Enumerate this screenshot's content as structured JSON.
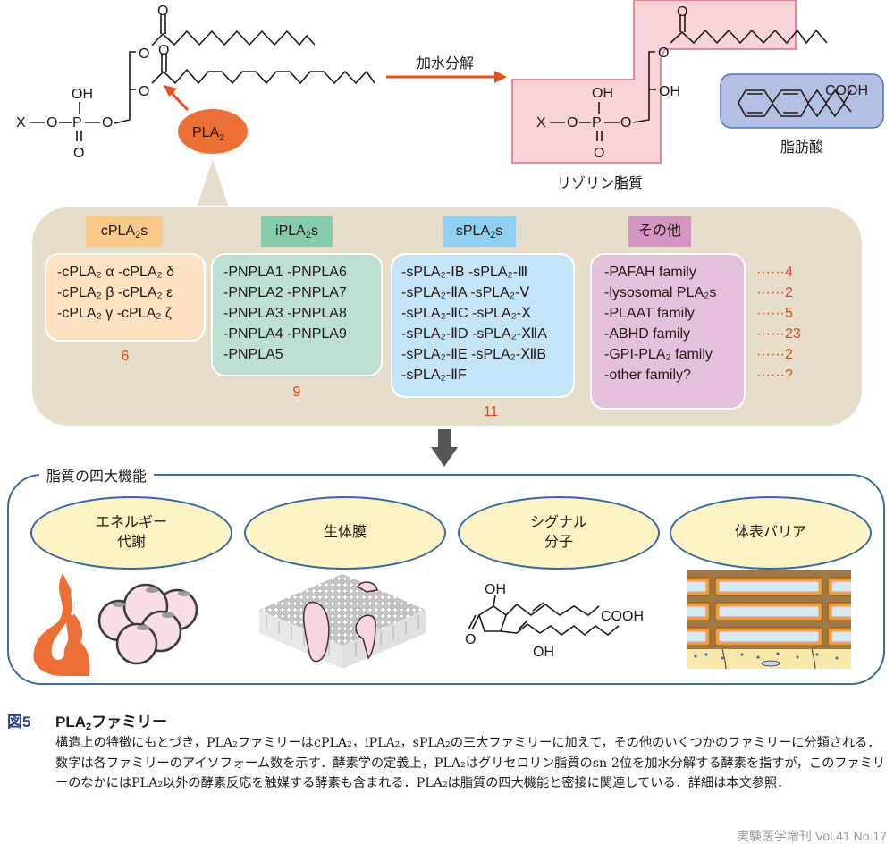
{
  "reaction": {
    "substrate": {
      "head_group": "X",
      "atoms": {
        "o": "O",
        "p": "P",
        "oh": "OH"
      }
    },
    "enzyme_label": "PLA",
    "enzyme_subscript": "2",
    "arrow_label": "加水分解",
    "product_lysophospholipid": "リゾリン脂質",
    "product_fatty_acid": "脂肪酸",
    "fatty_acid_group": "COOH"
  },
  "families": [
    {
      "header_prefix": "cPLA",
      "header_sub": "2",
      "header_suffix": "s",
      "color_header": "#f9c98a",
      "color_box": "#fde3c1",
      "members": [
        [
          "-cPLA₂ α",
          "-cPLA₂ δ"
        ],
        [
          "-cPLA₂ β",
          "-cPLA₂ ε"
        ],
        [
          "-cPLA₂ γ",
          "-cPLA₂ ζ"
        ]
      ],
      "count": "6"
    },
    {
      "header_prefix": "iPLA",
      "header_sub": "2",
      "header_suffix": "s",
      "color_header": "#86cbab",
      "color_box": "#bde0cf",
      "members": [
        [
          "-PNPLA1",
          "-PNPLA6"
        ],
        [
          "-PNPLA2",
          "-PNPLA7"
        ],
        [
          "-PNPLA3",
          "-PNPLA8"
        ],
        [
          "-PNPLA4",
          "-PNPLA9"
        ],
        [
          "-PNPLA5",
          ""
        ]
      ],
      "count": "9"
    },
    {
      "header_prefix": "sPLA",
      "header_sub": "2",
      "header_suffix": "s",
      "color_header": "#8fd0f2",
      "color_box": "#c3e5f7",
      "members": [
        [
          "-sPLA₂-ⅠB",
          "-sPLA₂-Ⅲ"
        ],
        [
          "-sPLA₂-ⅡA",
          "-sPLA₂-Ⅴ"
        ],
        [
          "-sPLA₂-ⅡC",
          "-sPLA₂-Ⅹ"
        ],
        [
          "-sPLA₂-ⅡD",
          "-sPLA₂-ⅫA"
        ],
        [
          "-sPLA₂-ⅡE",
          "-sPLA₂-ⅫB"
        ],
        [
          "-sPLA₂-ⅡF",
          ""
        ]
      ],
      "count": "11"
    },
    {
      "header": "その他",
      "color_header": "#d396c3",
      "color_box": "#e3c1dd",
      "members": [
        {
          "name": "-PAFAH family",
          "count": "······4"
        },
        {
          "name": "-lysosomal PLA₂s",
          "count": "······2"
        },
        {
          "name": "-PLAAT family",
          "count": "······5"
        },
        {
          "name": "-ABHD family",
          "count": "······23"
        },
        {
          "name": "-GPI-PLA₂ family",
          "count": "······2"
        },
        {
          "name": "-other family?",
          "count": "······?"
        }
      ]
    }
  ],
  "functions": {
    "title": "脂質の四大機能",
    "items": [
      {
        "line1": "エネルギー",
        "line2": "代謝",
        "illustration": "flame-and-fat-cells"
      },
      {
        "line1": "生体膜",
        "line2": "",
        "illustration": "lipid-bilayer-membrane"
      },
      {
        "line1": "シグナル",
        "line2": "分子",
        "illustration": "prostaglandin-structure"
      },
      {
        "line1": "体表バリア",
        "line2": "",
        "illustration": "skin-barrier-layers"
      }
    ],
    "prostaglandin_labels": {
      "oh_top": "OH",
      "oh_bottom": "OH",
      "o": "O",
      "cooh": "COOH"
    }
  },
  "caption": {
    "figure_number": "図5",
    "title_prefix": "PLA",
    "title_sub": "2",
    "title_suffix": "ファミリー",
    "body": "構造上の特徴にもとづき，PLA₂ファミリーはcPLA₂，iPLA₂，sPLA₂の三大ファミリーに加えて，その他のいくつかのファミリーに分類される．数字は各ファミリーのアイソフォーム数を示す．酵素学の定義上，PLA₂はグリセロリン脂質のsn-2位を加水分解する酵素を指すが，このファミリーのなかにはPLA₂以外の酵素反応を触媒する酵素も含まれる．PLA₂は脂質の四大機能と密接に関連している．詳細は本文参照．",
    "source": "実験医学増刊 Vol.41 No.17"
  },
  "colors": {
    "accent_orange": "#e6501a",
    "enzyme_fill": "#ec7035",
    "count_red": "#e04a16",
    "panel_bg": "#e6ddcb",
    "frame_blue": "#3d6aa8",
    "lyso_pink": "#f8d3d8",
    "fatty_blue": "#b3c0e4"
  }
}
